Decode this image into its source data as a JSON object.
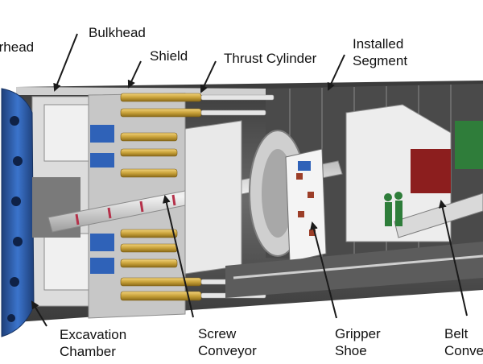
{
  "labels": {
    "cutterhead": "Cutterhead",
    "bulkhead": "Bulkhead",
    "shield": "Shield",
    "thrust_cylinder": "Thrust Cylinder",
    "installed_segment": {
      "line1": "Installed",
      "line2": "Segment"
    },
    "excavation_chamber": {
      "line1": "Excavation",
      "line2": "Chamber"
    },
    "screw_conveyor": {
      "line1": "Screw",
      "line2": "Conveyor"
    },
    "gripper_shoe": {
      "line1": "Gripper",
      "line2": "Shoe"
    },
    "belt_conveyor": {
      "line1": "Belt",
      "line2": "Conveyor"
    }
  },
  "colors": {
    "cutterhead": "#2f62b8",
    "thrust_cylinders": "#c9a23a",
    "machinery": "#e6e8ea",
    "tunnel_lining": "#5a5a5a",
    "worker": "#2e7d3a",
    "arrow": "#1a1a1a"
  }
}
